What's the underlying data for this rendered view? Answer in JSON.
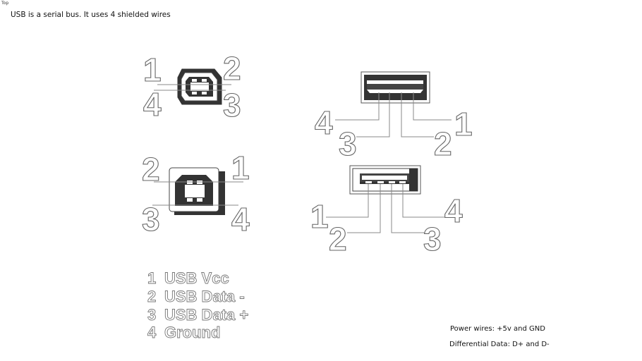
{
  "scene_label": "Top",
  "caption": "USB is a serial bus. It uses 4 shielded wires",
  "notes": {
    "power": "Power wires: +5v and GND",
    "differential": "Differential Data: D+ and D-"
  },
  "pin_numbers": {
    "mini_b": [
      "1",
      "2",
      "4",
      "3"
    ],
    "type_b": [
      "2",
      "1",
      "3",
      "4"
    ],
    "type_a_top": [
      "4",
      "3",
      "2",
      "1"
    ],
    "type_a_bottom": [
      "1",
      "2",
      "3",
      "4"
    ]
  },
  "legend": [
    {
      "num": "1",
      "label": "USB Vcc"
    },
    {
      "num": "2",
      "label": "USB Data -"
    },
    {
      "num": "3",
      "label": "USB Data +"
    },
    {
      "num": "4",
      "label": "Ground"
    }
  ]
}
